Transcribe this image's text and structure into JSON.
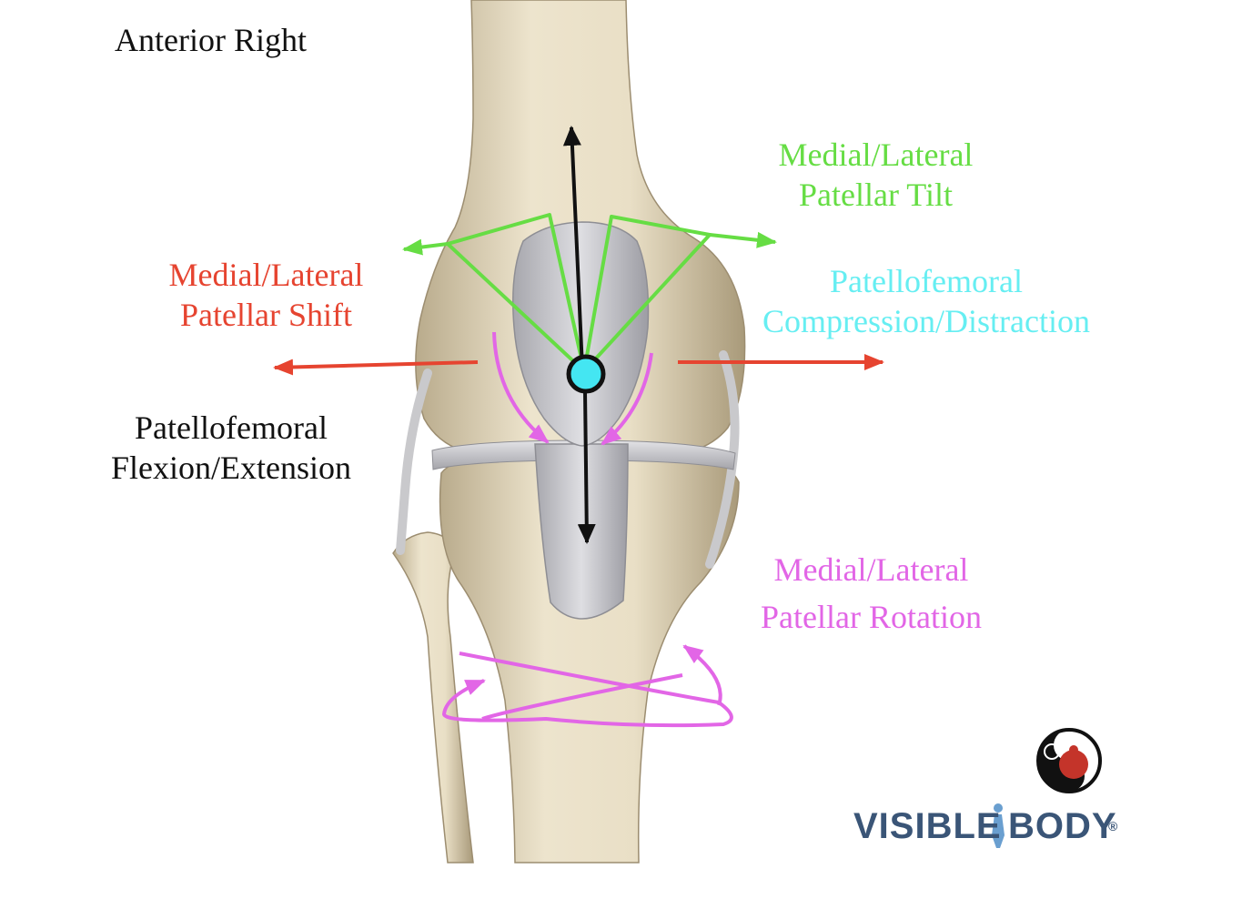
{
  "view_label": "Anterior Right",
  "labels": {
    "tilt": {
      "line1": "Medial/Lateral",
      "line2": "Patellar Tilt"
    },
    "shift": {
      "line1": "Medial/Lateral",
      "line2": "Patellar Shift"
    },
    "compression": {
      "line1": "Patellofemoral",
      "line2": "Compression/Distraction"
    },
    "flexion": {
      "line1": "Patellofemoral",
      "line2": "Flexion/Extension"
    },
    "rotation": {
      "line1": "Medial/Lateral",
      "line2": "Patellar Rotation"
    }
  },
  "brand": {
    "first": "Visible",
    "second": "Body",
    "mark": "®"
  },
  "colors": {
    "tilt": "#66dd44",
    "shift": "#e64430",
    "compression": "#66eef2",
    "flexion": "#111111",
    "rotation": "#e266e6",
    "bone": "#e6dcc2",
    "patella": "#c8c8cc",
    "center_dot": "#44e6f2",
    "brand_blue": "#3a5577"
  }
}
